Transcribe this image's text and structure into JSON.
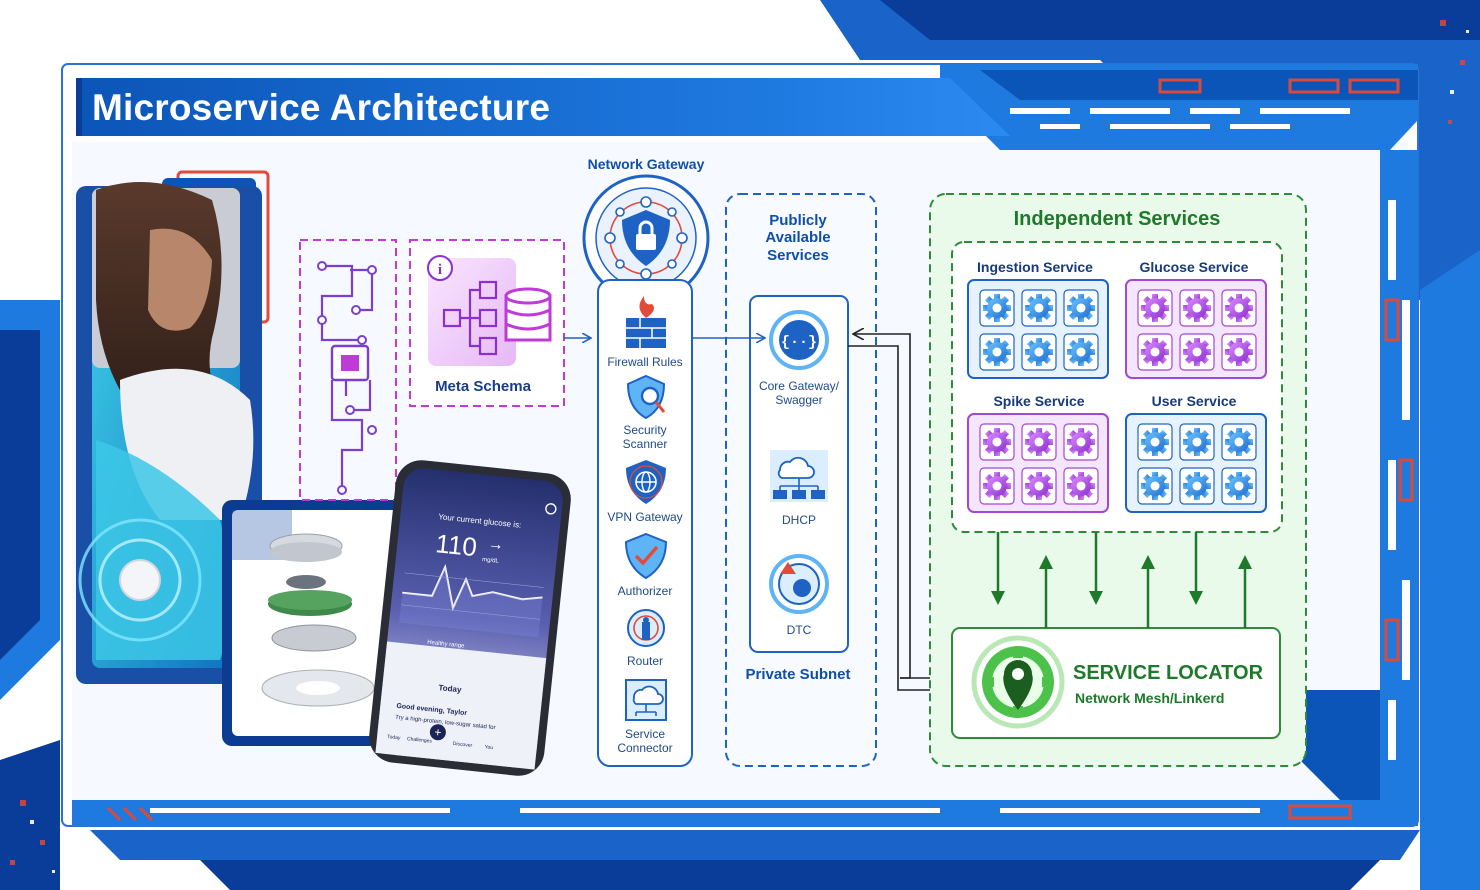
{
  "title": "Microservice Architecture",
  "network_gateway": {
    "title": "Network Gateway",
    "items": [
      {
        "label": "Firewall Rules",
        "icon": "firewall-icon"
      },
      {
        "label": "Security Scanner",
        "icon": "security-scanner-icon"
      },
      {
        "label": "VPN Gateway",
        "icon": "vpn-gateway-icon"
      },
      {
        "label": "Authorizer",
        "icon": "authorizer-icon"
      },
      {
        "label": "Router",
        "icon": "router-icon"
      },
      {
        "label": "Service Connector",
        "icon": "cloud-connector-icon"
      }
    ]
  },
  "meta_schema": {
    "label": "Meta Schema",
    "icon": "schema-database-icon"
  },
  "public_services": {
    "title": "Publicly Available Services",
    "subnet_label": "Private Subnet",
    "items": [
      {
        "label": "Core Gateway/ Swagger",
        "icon": "api-braces-icon"
      },
      {
        "label": "DHCP",
        "icon": "dhcp-cloud-icon"
      },
      {
        "label": "DTC",
        "icon": "dtc-gear-icon"
      }
    ]
  },
  "independent_services": {
    "title": "Independent Services",
    "services": [
      {
        "name": "Ingestion Service",
        "theme": "blue"
      },
      {
        "name": "Glucose Service",
        "theme": "purple"
      },
      {
        "name": "Spike Service",
        "theme": "purple"
      },
      {
        "name": "User Service",
        "theme": "blue"
      }
    ]
  },
  "service_locator": {
    "title": "SERVICE LOCATOR",
    "subtitle": "Network Mesh/Linkerd",
    "icon": "location-gear-icon"
  },
  "phone": {
    "glucose_prompt": "Your current glucose is:",
    "glucose_value": "110",
    "glucose_unit": "mg/dL",
    "range_label": "Healthy range",
    "day_label": "Today",
    "greeting": "Good evening, Taylor",
    "tip": "Try a high-protein, low-sugar salad for",
    "nav": [
      "Today",
      "Challenges",
      "Discover",
      "You"
    ]
  },
  "colors": {
    "title_band": "#1667c9",
    "gateway_blue": "#1e63c4",
    "meta_purple": "#c03ad8",
    "green": "#2e8b3a",
    "purple_service": "#a347d4"
  }
}
